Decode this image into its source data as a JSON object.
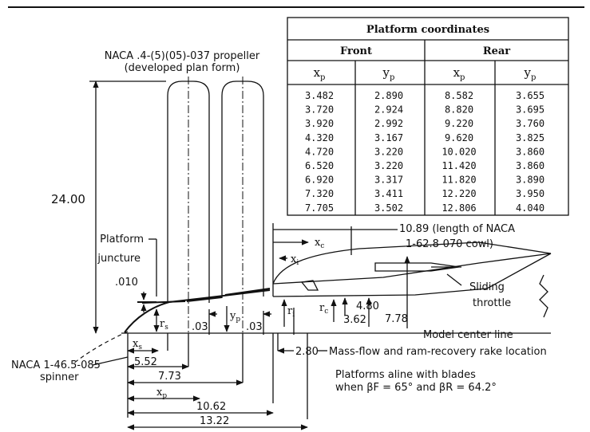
{
  "table": {
    "title": "Platform coordinates",
    "groups": [
      "Front",
      "Rear"
    ],
    "col_headers": [
      {
        "main": "x",
        "sub": "p"
      },
      {
        "main": "y",
        "sub": "p"
      },
      {
        "main": "x",
        "sub": "p"
      },
      {
        "main": "y",
        "sub": "p"
      }
    ],
    "columns": {
      "front_x": [
        "3.482",
        "3.720",
        "3.920",
        "4.320",
        "4.720",
        "6.520",
        "6.920",
        "7.320",
        "7.705"
      ],
      "front_y": [
        "2.890",
        "2.924",
        "2.992",
        "3.167",
        "3.220",
        "3.220",
        "3.317",
        "3.411",
        "3.502"
      ],
      "rear_x": [
        "8.582",
        "8.820",
        "9.220",
        "9.620",
        "10.020",
        "11.420",
        "11.820",
        "12.220",
        "12.806"
      ],
      "rear_y": [
        "3.655",
        "3.695",
        "3.760",
        "3.825",
        "3.860",
        "3.860",
        "3.890",
        "3.950",
        "4.040"
      ]
    }
  },
  "labels": {
    "propeller_line1": "NACA .4-(5)(05)-037 propeller",
    "propeller_line2": "(developed plan form)",
    "height": "24.00",
    "platform_line1": "Platform",
    "platform_line2": "juncture",
    "thickness": ".010",
    "cowl_line1": "10.89 (length of NACA",
    "cowl_line2": "1-62.8-070 cowl)",
    "sliding_line1": "Sliding",
    "sliding_line2": "throttle",
    "model_centerline": "Model center line",
    "rake": "2.80",
    "rake_label": "Mass-flow and ram-recovery rake location",
    "spinner_line1": "NACA 1-46.5-085",
    "spinner_line2": "spinner",
    "platforms_line1": "Platforms aline with blades",
    "platforms_line2": "when βF = 65° and βR = 64.2°"
  },
  "symbols": {
    "xc": "x",
    "xc_sub": "c",
    "xi": "x",
    "xi_sub": "i",
    "rs": "r",
    "rs_sub": "s",
    "yp": "y",
    "yp_sub": "p",
    "ri": "r",
    "ri_sub": "i",
    "rc": "r",
    "rc_sub": "c",
    "xs": "x",
    "xs_sub": "s",
    "xp": "x",
    "xp_sub": "p"
  },
  "dims": {
    "gap1": ".03",
    "gap2": ".03",
    "r_362": "3.62",
    "r_480": "4.80",
    "r_778": "7.78",
    "d_552": "5.52",
    "d_773": "7.73",
    "d_1062": "10.62",
    "d_1322": "13.22"
  }
}
